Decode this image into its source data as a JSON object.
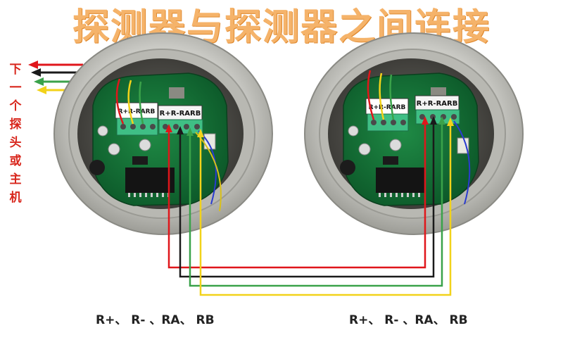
{
  "title": "探测器与探测器之间连接",
  "side_label": "下一个探头或主机",
  "left_detector": {
    "terminal_label_green": "R+R-RARB",
    "terminal_label_white": "R+R-RARB"
  },
  "right_detector": {
    "terminal_label_green": "R+R-RARB",
    "terminal_label_white": "R+R-RARB"
  },
  "pin_labels_left": "R+、 R- 、RA、 RB",
  "pin_labels_right": "R+、 R- 、RA、 RB",
  "wire_colors": {
    "r_plus": "#e0161b",
    "r_minus": "#1a1a1a",
    "ra": "#3aa24a",
    "rb": "#f2d21a"
  }
}
